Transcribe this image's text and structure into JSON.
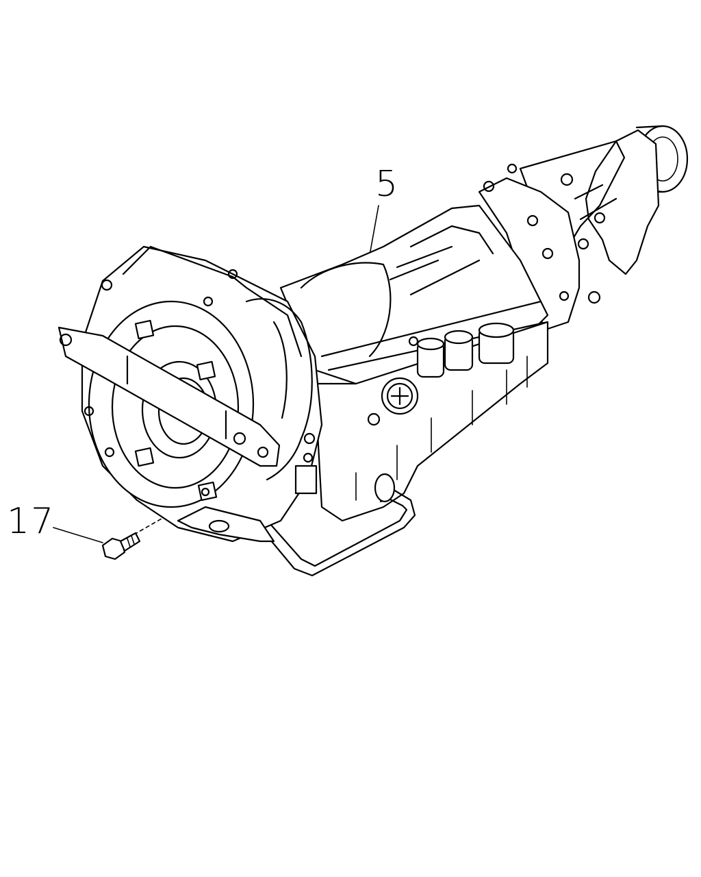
{
  "diagram": {
    "callouts": [
      {
        "id": "callout-5",
        "text": "5"
      },
      {
        "id": "callout-17",
        "text": "17"
      }
    ]
  }
}
